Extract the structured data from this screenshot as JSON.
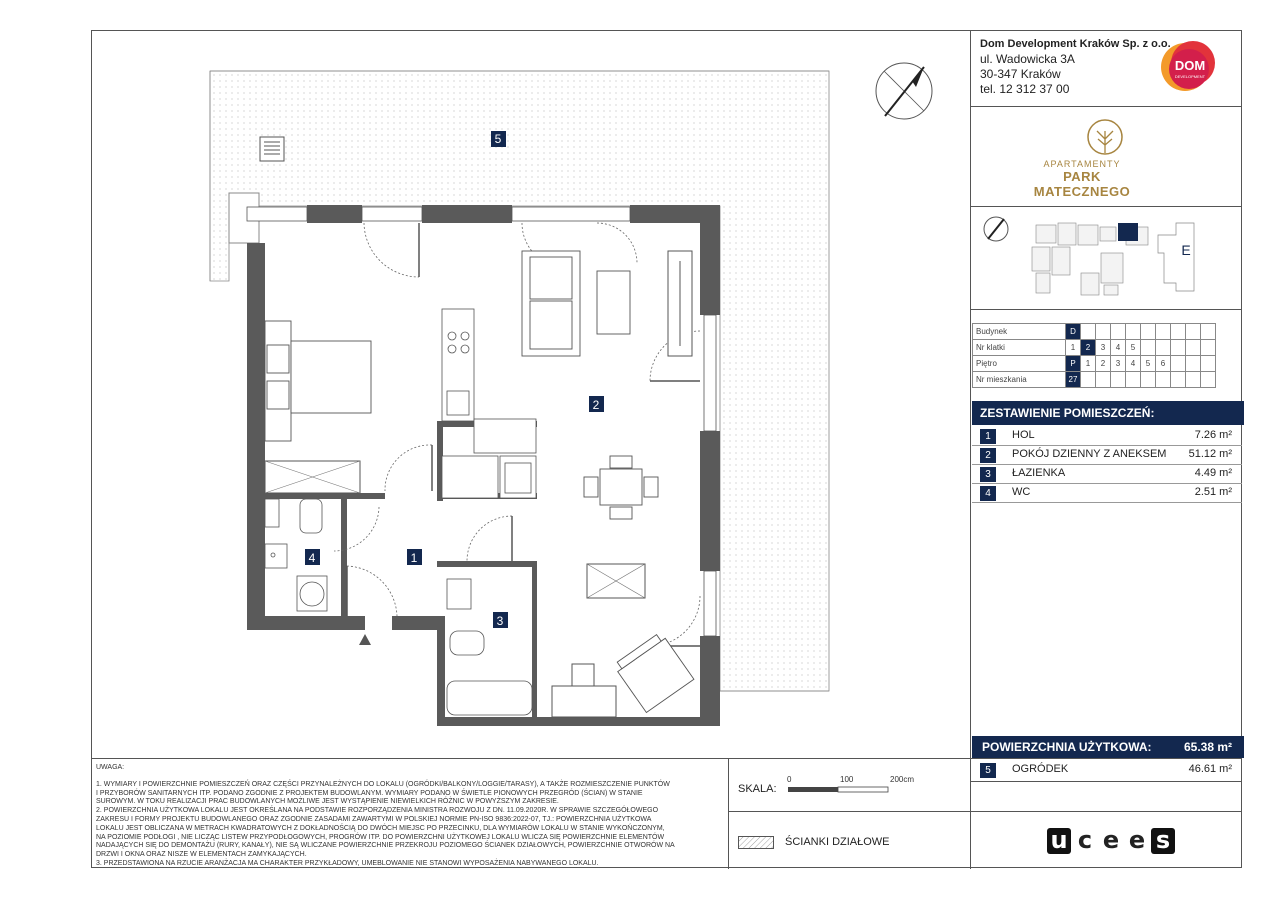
{
  "company": {
    "name": "Dom Development Kraków Sp. z o.o.",
    "street": "ul. Wadowicka 3A",
    "city": "30-347 Kraków",
    "phone": "tel. 12 312 37 00",
    "logo_text": "DOM",
    "logo_subtext": "DEVELOPMENT"
  },
  "project": {
    "line1": "APARTAMENTY",
    "line2": "PARK MATECZNEGO"
  },
  "building_key": {
    "label": "E"
  },
  "meta_table": {
    "rows": [
      {
        "label": "Budynek",
        "cells": [
          "D"
        ],
        "selected": 0
      },
      {
        "label": "Nr klatki",
        "cells": [
          "1",
          "2",
          "3",
          "4",
          "5"
        ],
        "selected": 1
      },
      {
        "label": "Piętro",
        "cells": [
          "P",
          "1",
          "2",
          "3",
          "4",
          "5",
          "6"
        ],
        "selected": 0
      },
      {
        "label": "Nr mieszkania",
        "cells": [
          "27"
        ],
        "selected": 0
      }
    ]
  },
  "summary": {
    "header": "ZESTAWIENIE POMIESZCZEŃ:",
    "rooms": [
      {
        "num": "1",
        "name": "HOL",
        "area": "7.26 m²"
      },
      {
        "num": "2",
        "name": "POKÓJ DZIENNY Z ANEKSEM",
        "area": "51.12 m²"
      },
      {
        "num": "3",
        "name": "ŁAZIENKA",
        "area": "4.49 m²"
      },
      {
        "num": "4",
        "name": "WC",
        "area": "2.51 m²"
      }
    ],
    "total_label": "POWIERZCHNIA UŻYTKOWA:",
    "total_value": "65.38 m²",
    "extra": {
      "num": "5",
      "name": "OGRÓDEK",
      "area": "46.61 m²"
    }
  },
  "plan_labels": [
    "5",
    "2",
    "4",
    "1",
    "3"
  ],
  "notes": {
    "title": "UWAGA:",
    "lines": [
      "1. WYMIARY I POWIERZCHNIE POMIESZCZEŃ ORAZ CZĘŚCI PRZYNALEŻNYCH DO LOKALU (OGRÓDKI/BALKONY/LOGGIE/TARASY), A TAKŻE ROZMIESZCZENIE PUNKTÓW",
      "I PRZYBORÓW SANITARNYCH ITP. PODANO ZGODNIE Z PROJEKTEM BUDOWLANYM. WYMIARY PODANO W ŚWIETLE PIONOWYCH PRZEGRÓD (ŚCIAN) W STANIE",
      "SUROWYM. W TOKU REALIZACJI PRAC BUDOWLANYCH MOŻLIWE JEST WYSTĄPIENIE NIEWIELKICH RÓŻNIC W POWYŻSZYM ZAKRESIE.",
      "2. POWIERZCHNIA UŻYTKOWA LOKALU JEST OKREŚLANA NA PODSTAWIE ROZPORZĄDZENIA MINISTRA ROZWOJU Z DN. 11.09.2020R. W SPRAWIE SZCZEGÓŁOWEGO",
      "ZAKRESU I FORMY PROJEKTU BUDOWLANEGO ORAZ ZGODNIE ZASADAMI ZAWARTYMI W POLSKIEJ NORMIE PN-ISO 9836:2022-07, TJ.: POWIERZCHNIA UŻYTKOWA",
      "LOKALU JEST OBLICZANA W METRACH KWADRATOWYCH Z DOKŁADNOŚCIĄ DO DWÓCH MIEJSC PO PRZECINKU, DLA WYMIARÓW LOKALU W STANIE WYKOŃCZONYM,",
      "NA POZIOMIE PODŁOGI , NIE LICZĄC LISTEW PRZYPODŁOGOWYCH, PROGRÓW ITP. DO POWIERZCHNI UŻYTKOWEJ LOKALU WLICZA SIĘ POWIERZCHNIE ELEMENTÓW",
      "NADAJĄCYCH SIĘ DO DEMONTAŻU (RURY, KANAŁY), NIE SĄ WLICZANE POWIERZCHNIE PRZEKROJU POZIOMEGO ŚCIANEK DZIAŁOWYCH, POWIERZCHNIE OTWORÓW NA",
      "DRZWI I OKNA ORAZ NISZE W ELEMENTACH ZAMYKAJĄCYCH.",
      "3. PRZEDSTAWIONA NA RZUCIE ARANŻACJA MA CHARAKTER PRZYKŁADOWY, UMEBLOWANIE NIE STANOWI WYPOSAŻENIA NABYWANEGO LOKALU."
    ]
  },
  "scale": {
    "label": "SKALA:",
    "ticks": [
      "0",
      "100",
      "200cm"
    ]
  },
  "legend": {
    "text": "ŚCIANKI DZIAŁOWE"
  },
  "footer_logo": [
    "u",
    "c",
    "e",
    "e",
    "s"
  ],
  "colors": {
    "navy": "#13284f",
    "wall": "#5a5a5a",
    "gold": "#a78540",
    "brand_red": "#e2333b"
  }
}
